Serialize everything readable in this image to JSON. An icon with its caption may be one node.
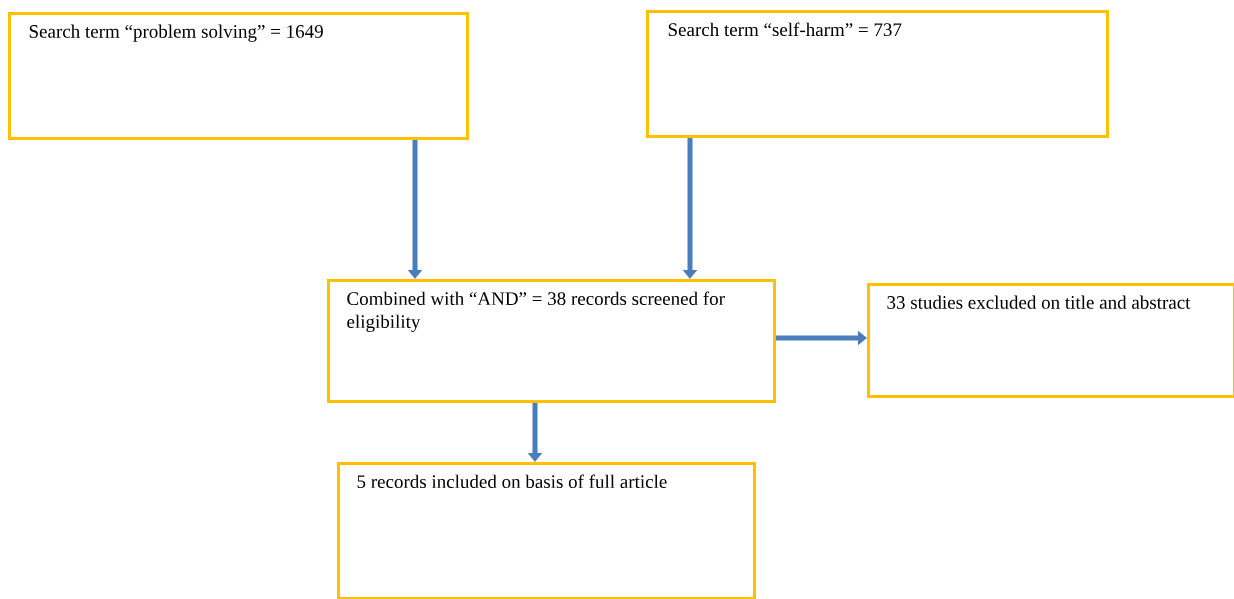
{
  "diagram": {
    "nodes": [
      {
        "text": [
          "Search term “problem solving” = 1649"
        ]
      },
      {
        "text": [
          "Search term “self-harm” = 737"
        ]
      },
      {
        "text": [
          "Combined with “AND” = 38 records screened for eligibility"
        ]
      },
      {
        "text": [
          "33 studies excluded on title and abstract"
        ]
      },
      {
        "text": [
          "5 records included on basis of full article"
        ]
      }
    ],
    "edges": [
      {
        "from": 0,
        "to": 2,
        "arrow": "to"
      },
      {
        "from": 1,
        "to": 2,
        "arrow": "to"
      },
      {
        "from": 2,
        "to": 3,
        "arrow": "to"
      },
      {
        "from": 2,
        "to": 4,
        "arrow": "to"
      }
    ]
  }
}
